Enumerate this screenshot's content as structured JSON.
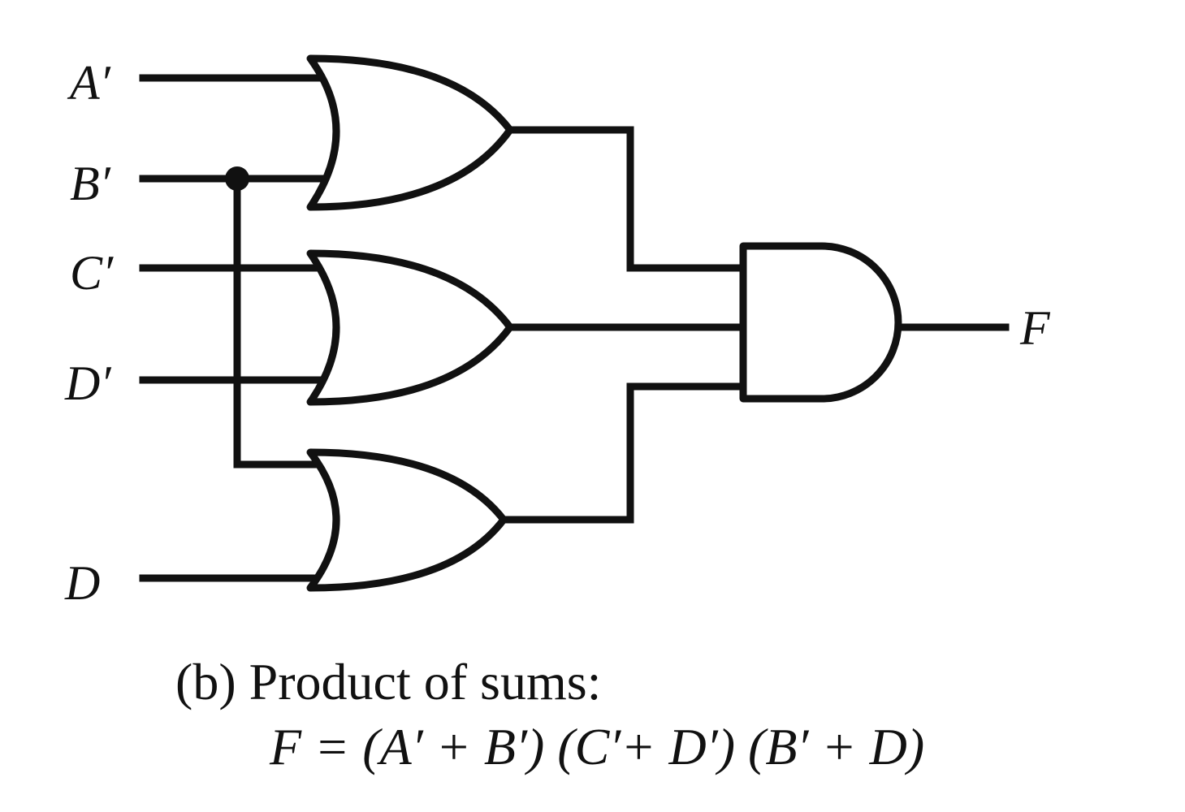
{
  "diagram": {
    "inputs": [
      {
        "id": "a_prime",
        "label": "A′"
      },
      {
        "id": "b_prime",
        "label": "B′"
      },
      {
        "id": "c_prime",
        "label": "C′"
      },
      {
        "id": "d_prime",
        "label": "D′"
      },
      {
        "id": "d",
        "label": "D"
      }
    ],
    "output": {
      "label": "F"
    },
    "gates": [
      {
        "id": "or1",
        "type": "OR",
        "inputs": [
          "A′",
          "B′"
        ]
      },
      {
        "id": "or2",
        "type": "OR",
        "inputs": [
          "C′",
          "D′"
        ]
      },
      {
        "id": "or3",
        "type": "OR",
        "inputs": [
          "B′",
          "D"
        ]
      },
      {
        "id": "and1",
        "type": "AND",
        "inputs": [
          "or1",
          "or2",
          "or3"
        ],
        "output": "F"
      }
    ]
  },
  "caption": {
    "line1": "(b) Product of sums:",
    "line2": "F = (A′ + B′) (C′+ D′) (B′ + D)"
  }
}
